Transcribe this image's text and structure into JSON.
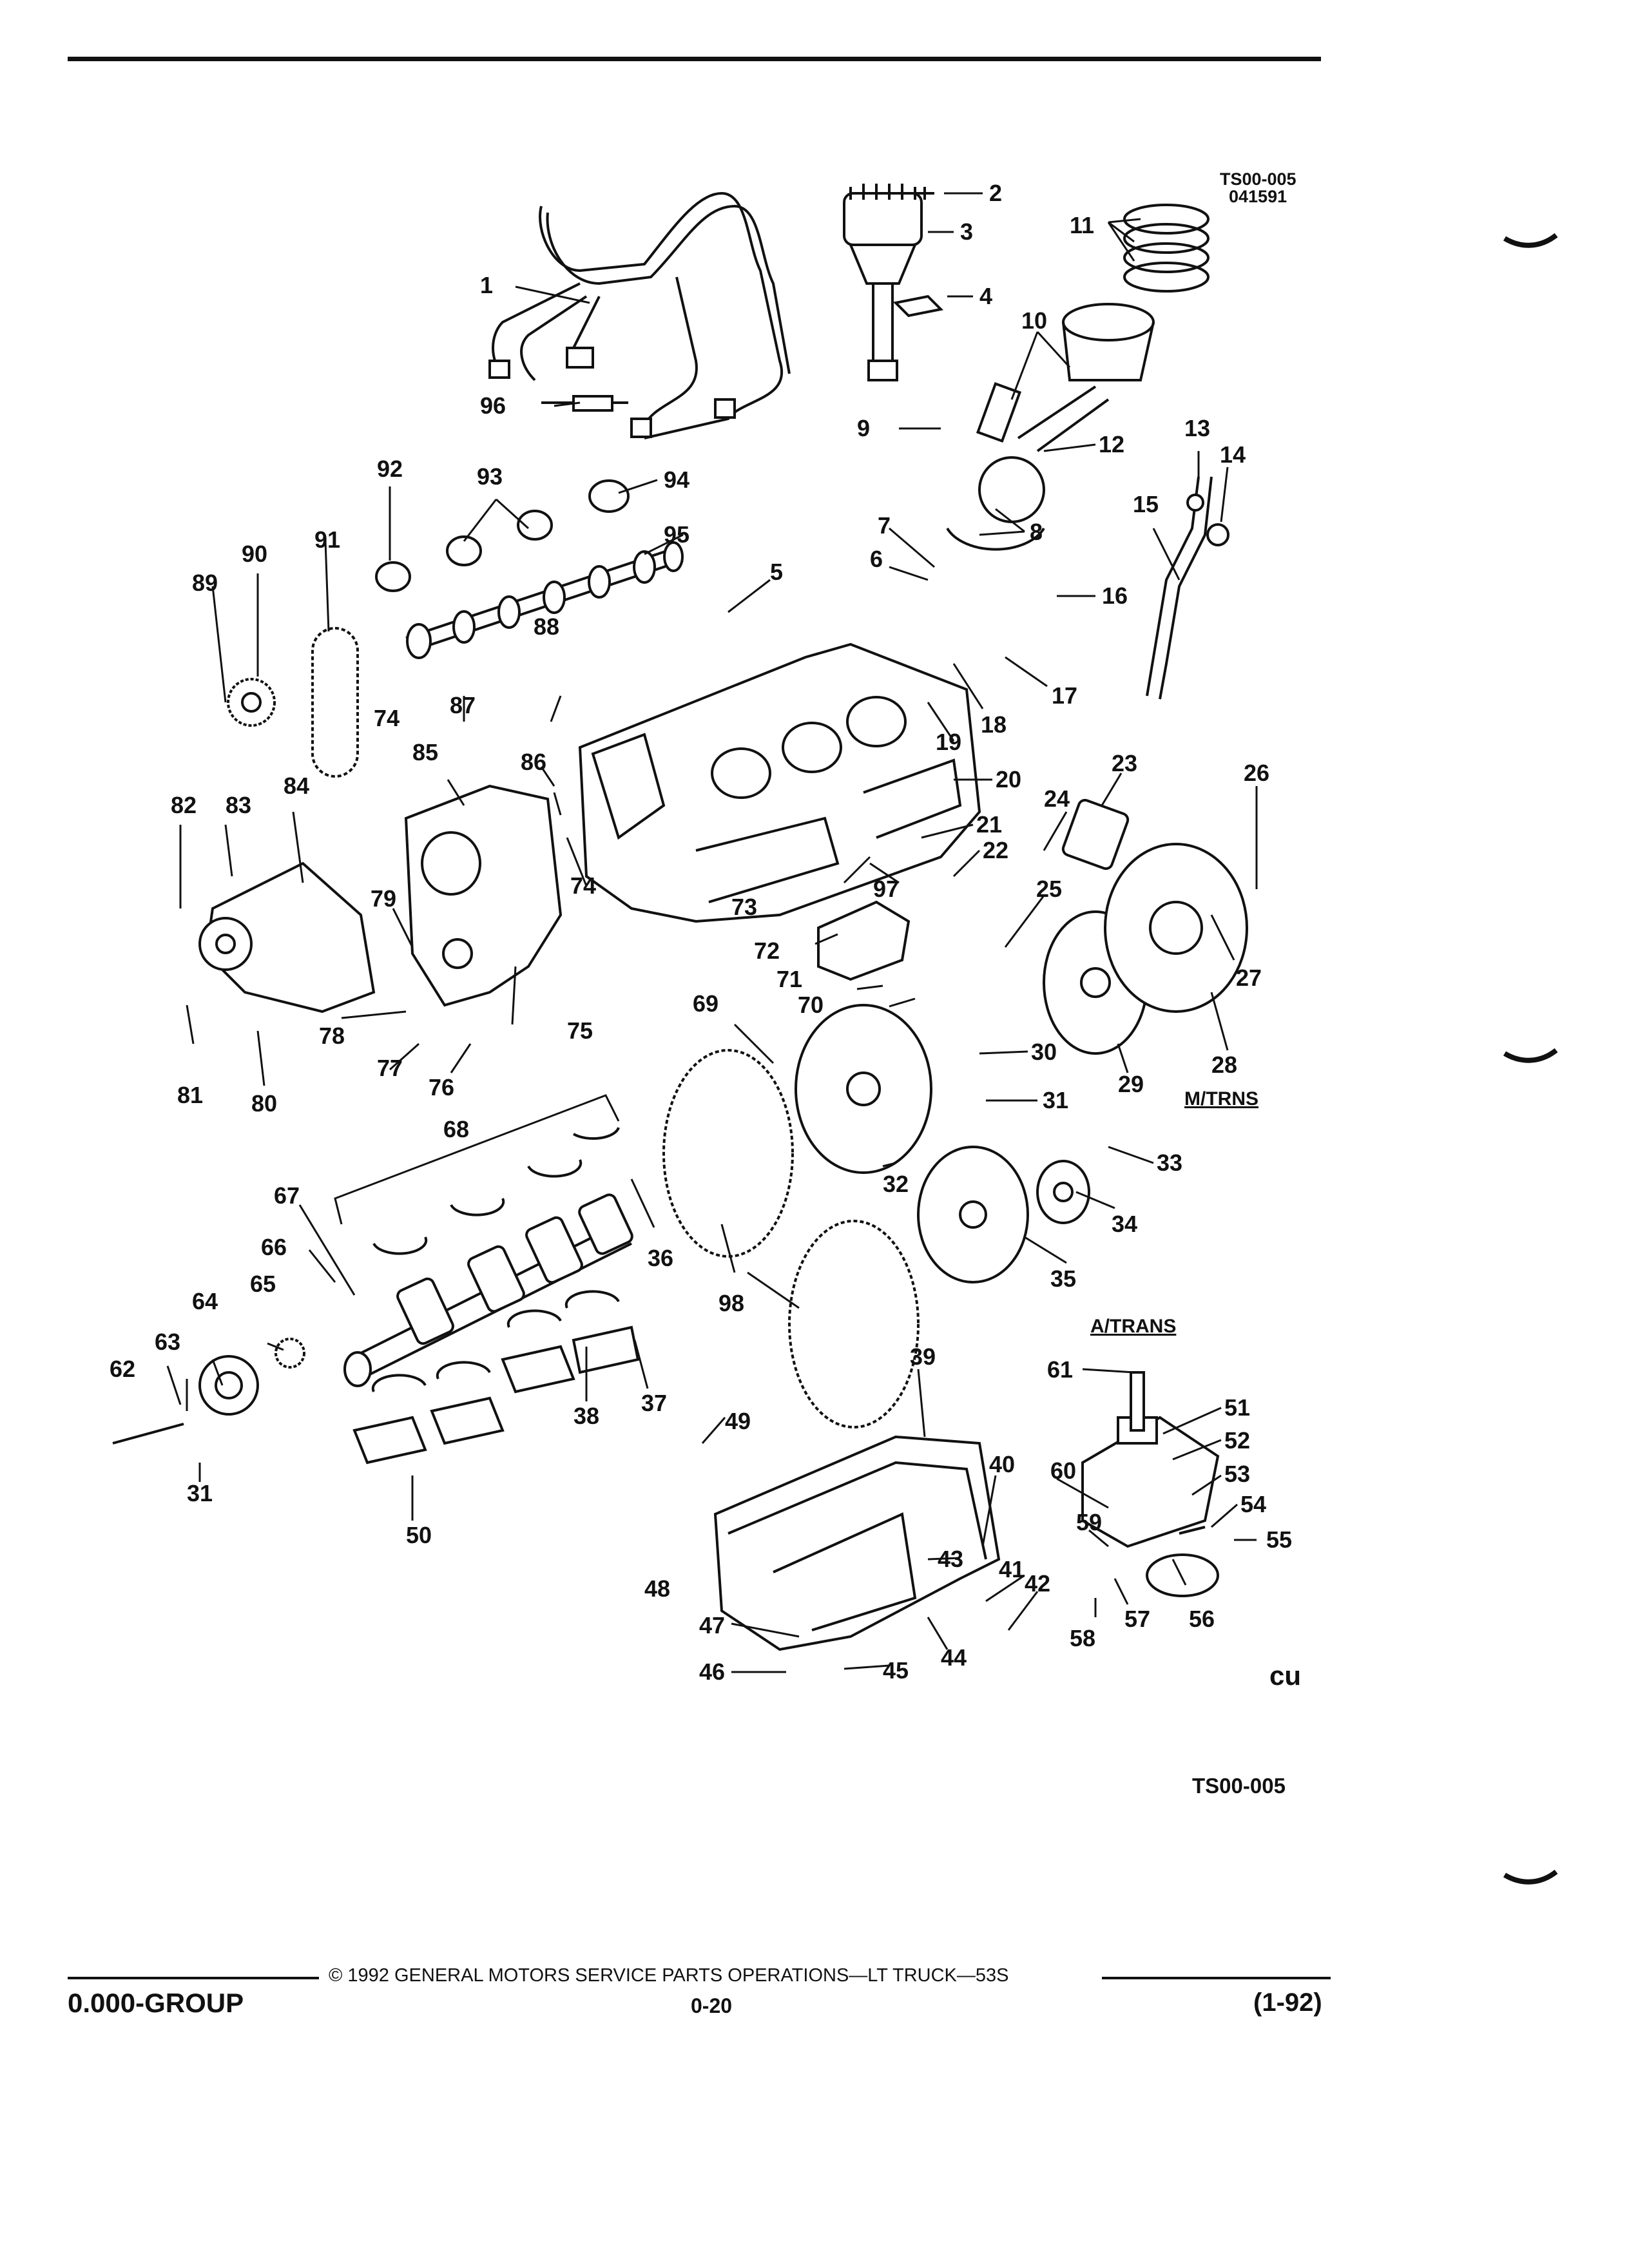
{
  "figure": {
    "code_top": "TS00-005",
    "code_date": "041591",
    "code_bottom": "TS00-005",
    "sublabel_manual": "M/TRNS",
    "sublabel_auto": "A/TRANS",
    "callouts": [
      "1",
      "2",
      "3",
      "4",
      "5",
      "6",
      "7",
      "8",
      "9",
      "10",
      "11",
      "12",
      "13",
      "14",
      "15",
      "16",
      "17",
      "18",
      "19",
      "20",
      "21",
      "22",
      "23",
      "24",
      "25",
      "26",
      "27",
      "28",
      "29",
      "30",
      "31",
      "31",
      "32",
      "33",
      "34",
      "35",
      "36",
      "37",
      "38",
      "39",
      "40",
      "41",
      "42",
      "43",
      "44",
      "45",
      "46",
      "47",
      "48",
      "49",
      "50",
      "51",
      "52",
      "53",
      "54",
      "55",
      "56",
      "57",
      "58",
      "59",
      "60",
      "61",
      "62",
      "63",
      "64",
      "65",
      "66",
      "67",
      "68",
      "69",
      "70",
      "71",
      "72",
      "73",
      "74",
      "74",
      "75",
      "76",
      "77",
      "78",
      "79",
      "80",
      "81",
      "82",
      "83",
      "84",
      "85",
      "86",
      "87",
      "88",
      "89",
      "90",
      "91",
      "92",
      "93",
      "94",
      "95",
      "96",
      "97",
      "98"
    ]
  },
  "footer": {
    "copyright": "© 1992 GENERAL MOTORS SERVICE PARTS OPERATIONS—LT TRUCK—53S",
    "group": "0.000-GROUP",
    "page_number": "0-20",
    "revision": "(1-92)"
  }
}
